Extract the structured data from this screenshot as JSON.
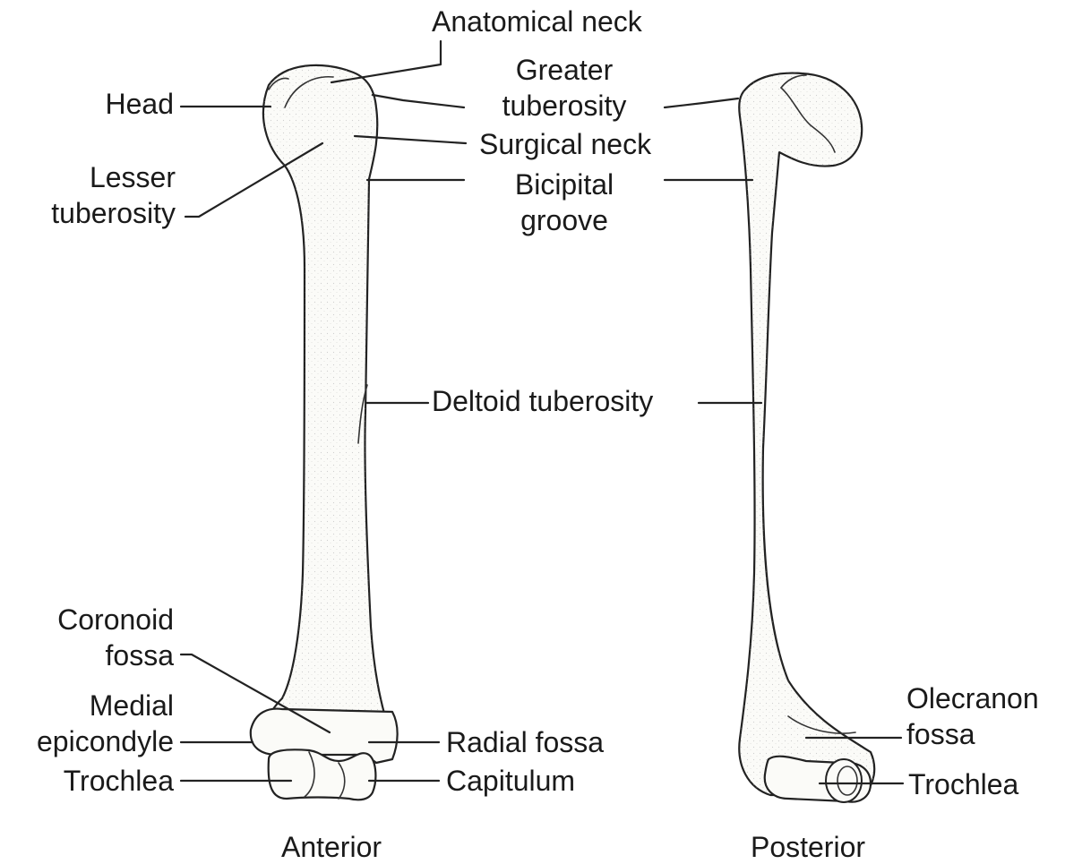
{
  "labels": {
    "anatomical_neck": "Anatomical neck",
    "head": "Head",
    "greater_tuberosity": [
      "Greater",
      "tuberosity"
    ],
    "surgical_neck": "Surgical neck",
    "lesser_tuberosity": [
      "Lesser",
      "tuberosity"
    ],
    "bicipital_groove": [
      "Bicipital",
      "groove"
    ],
    "deltoid_tuberosity": "Deltoid tuberosity",
    "coronoid_fossa": [
      "Coronoid",
      "fossa"
    ],
    "medial_epicondyle": [
      "Medial",
      "epicondyle"
    ],
    "trochlea_anterior": "Trochlea",
    "radial_fossa": "Radial fossa",
    "capitulum": "Capitulum",
    "olecranon_fossa": [
      "Olecranon",
      "fossa"
    ],
    "trochlea_posterior": "Trochlea"
  },
  "views": {
    "anterior": "Anterior",
    "posterior": "Posterior"
  },
  "colors": {
    "ink": "#222222",
    "bone_fill": "#fbfbf8",
    "background": "#ffffff"
  }
}
